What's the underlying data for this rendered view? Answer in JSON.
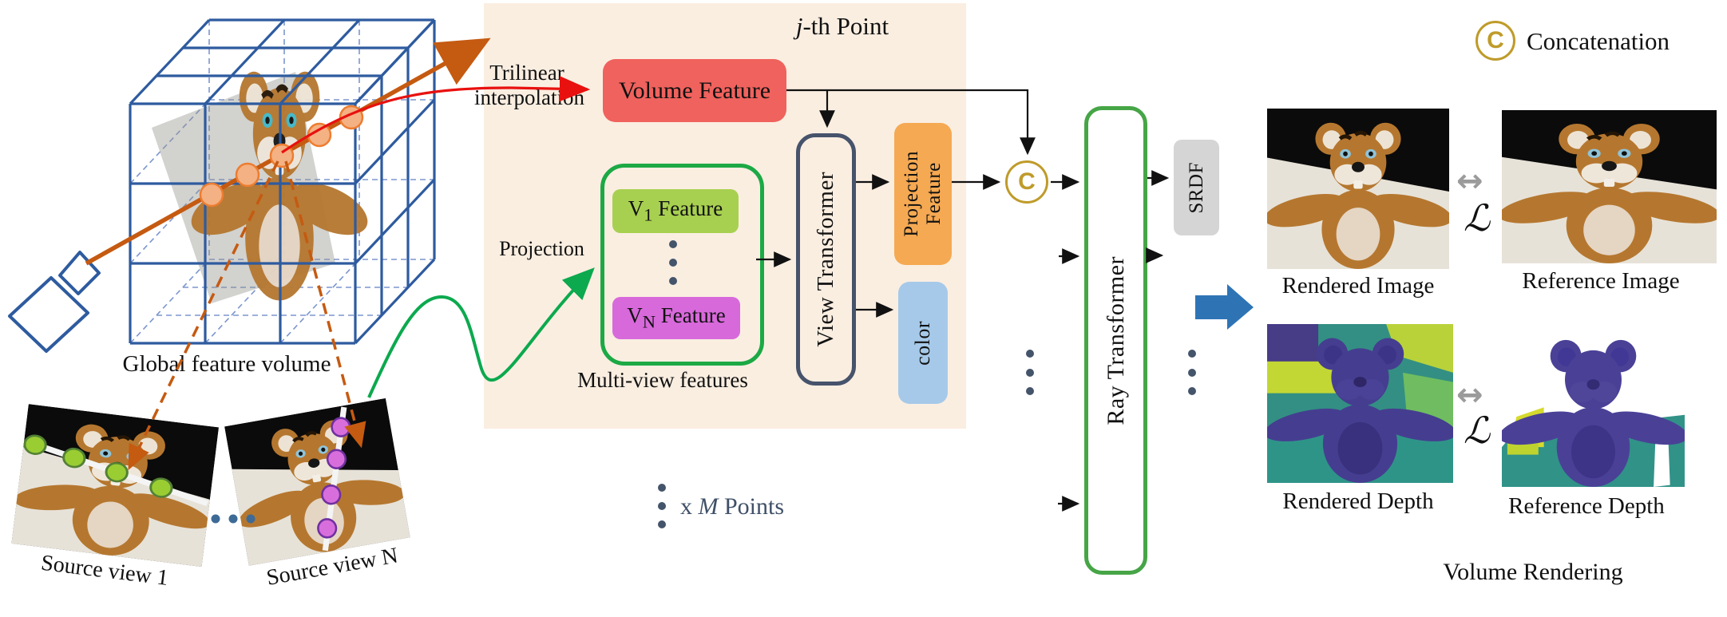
{
  "colors": {
    "panel_bg": "#FAEEE1",
    "volume_feature": "#F0625D",
    "v1_feature": "#A8D050",
    "vn_feature": "#D869DB",
    "multiview_border": "#1CA945",
    "view_transformer_border": "#46536B",
    "projection_feature": "#F5A952",
    "color_box": "#A6C9E9",
    "ray_transformer_border": "#46A546",
    "srdf_bg": "#D5D5D5",
    "concat_gold": "#BF9B2A",
    "ray_orange": "#C55A11",
    "projection_green": "#0CA94E",
    "cube_blue": "#2E5B9F",
    "flow_blue_arrow": "#2E74B5",
    "accent_red": "#E8110F",
    "slate_text": "#44546A"
  },
  "left": {
    "volume_caption": "Global feature volume",
    "source_view_1_label": "Source view 1",
    "source_view_n_label": "Source view N",
    "trilinear_label": {
      "line1": "Trilinear",
      "line2": "interpolation"
    },
    "projection_label": "Projection"
  },
  "panel": {
    "title": {
      "italic": "j",
      "rest": "-th Point"
    },
    "volume_feature_label": "Volume Feature",
    "v1": {
      "base": "V",
      "sub": "1",
      "rest": " Feature"
    },
    "vn": {
      "base": "V",
      "sub": "N",
      "rest": " Feature"
    },
    "multiview_caption": "Multi-view features",
    "view_transformer_label": "View Transformer",
    "projection_feature_label": {
      "line1": "Projection",
      "line2": "Feature"
    },
    "color_label": "color",
    "concat_symbol": "C"
  },
  "pipeline": {
    "points_note": {
      "x": "x",
      "m": "M",
      "rest": "Points"
    },
    "ray_transformer_label": "Ray Transformer",
    "srdf_label": "SRDF"
  },
  "legend": {
    "symbol": "C",
    "label": "Concatenation"
  },
  "outputs": {
    "rendered_image_caption": "Rendered Image",
    "reference_image_caption": "Reference Image",
    "rendered_depth_caption": "Rendered Depth",
    "reference_depth_caption": "Reference Depth",
    "section_caption": "Volume Rendering",
    "loss_symbol": "ℒ",
    "compare_symbol": "↔"
  }
}
